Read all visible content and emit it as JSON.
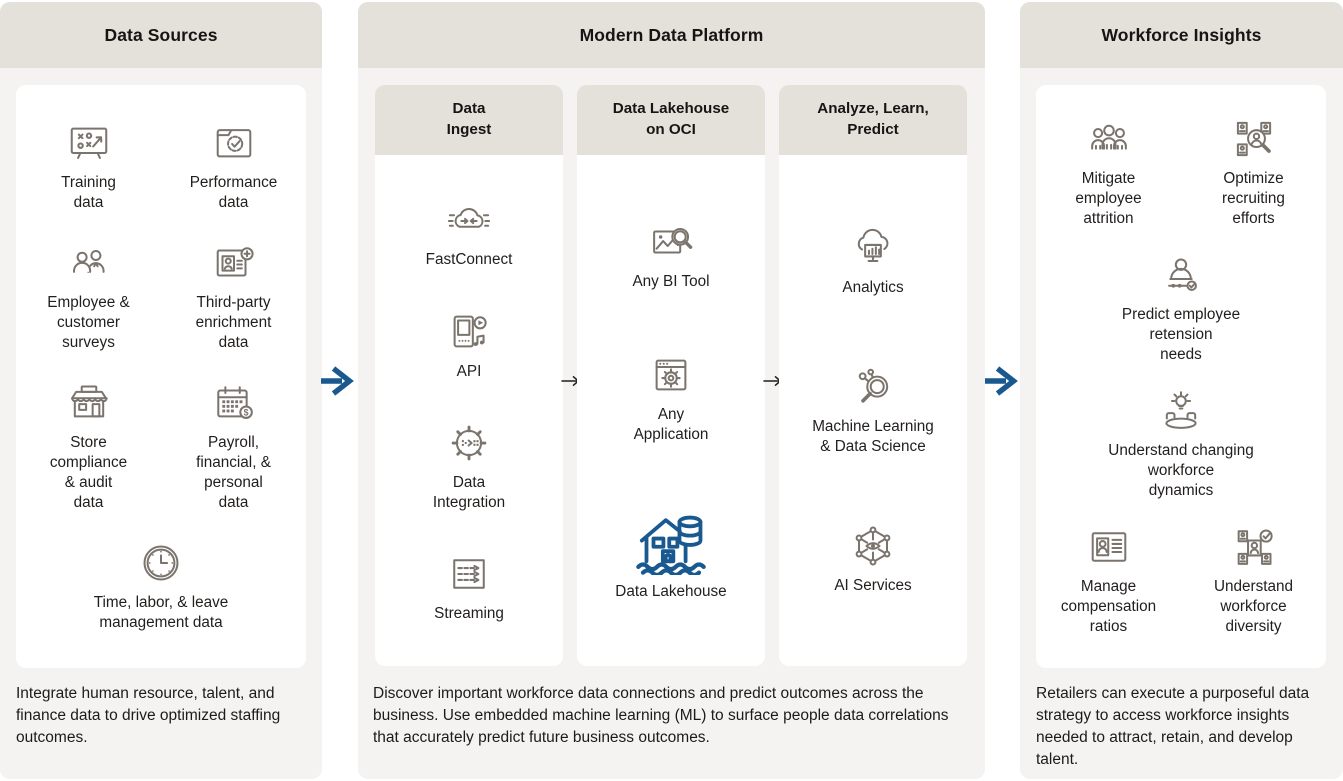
{
  "colors": {
    "header_bg": "#e4e1db",
    "panel_bg": "#f4f3f1",
    "card_bg": "#ffffff",
    "accent_blue": "#19598f",
    "icon_gray": "#7a746d",
    "text": "#1c1a18"
  },
  "data_sources": {
    "title": "Data Sources",
    "items": [
      {
        "label": "Training\ndata",
        "icon": "training-data-icon"
      },
      {
        "label": "Performance\ndata",
        "icon": "performance-data-icon"
      },
      {
        "label": "Employee &\ncustomer\nsurveys",
        "icon": "surveys-icon"
      },
      {
        "label": "Third-party\nenrichment\ndata",
        "icon": "enrichment-data-icon"
      },
      {
        "label": "Store\ncompliance\n& audit\ndata",
        "icon": "store-icon"
      },
      {
        "label": "Payroll,\nfinancial, &\npersonal\ndata",
        "icon": "payroll-calendar-icon"
      },
      {
        "label": "Time, labor, & leave\nmanagement data",
        "icon": "clock-icon"
      }
    ],
    "description": "Integrate human resource, talent, and finance data to drive optimized staffing outcomes."
  },
  "platform": {
    "title": "Modern Data Platform",
    "columns": [
      {
        "title": "Data\nIngest",
        "items": [
          {
            "label": "FastConnect",
            "icon": "fastconnect-cloud-icon"
          },
          {
            "label": "API",
            "icon": "api-icon"
          },
          {
            "label": "Data\nIntegration",
            "icon": "data-integration-gear-icon"
          },
          {
            "label": "Streaming",
            "icon": "streaming-icon"
          }
        ]
      },
      {
        "title": "Data Lakehouse\non OCI",
        "items": [
          {
            "label": "Any BI Tool",
            "icon": "bi-tool-icon"
          },
          {
            "label": "Any\nApplication",
            "icon": "application-gear-icon"
          },
          {
            "label": "Data Lakehouse",
            "icon": "data-lakehouse-icon"
          }
        ]
      },
      {
        "title": "Analyze, Learn,\nPredict",
        "items": [
          {
            "label": "Analytics",
            "icon": "analytics-cloud-icon"
          },
          {
            "label": "Machine Learning\n& Data Science",
            "icon": "machine-learning-icon"
          },
          {
            "label": "AI Services",
            "icon": "ai-services-icon"
          }
        ]
      }
    ],
    "description": "Discover important workforce data connections and predict outcomes across the business. Use embedded machine learning (ML) to surface people data correlations that accurately predict future business outcomes."
  },
  "insights": {
    "title": "Workforce Insights",
    "items": [
      {
        "label": "Mitigate\nemployee\nattrition",
        "icon": "people-group-icon"
      },
      {
        "label": "Optimize\nrecruiting\nefforts",
        "icon": "recruiting-search-icon"
      },
      {
        "label": "Predict employee\nretension\nneeds",
        "icon": "retention-person-icon"
      },
      {
        "label": "Understand changing\nworkforce\ndynamics",
        "icon": "idea-table-icon"
      },
      {
        "label": "Manage\ncompensation\nratios",
        "icon": "compensation-window-icon"
      },
      {
        "label": "Understand\nworkforce\ndiversity",
        "icon": "diversity-cards-icon"
      }
    ],
    "description": "Retailers can execute a purposeful data strategy to access workforce insights needed to attract, retain, and develop talent."
  }
}
